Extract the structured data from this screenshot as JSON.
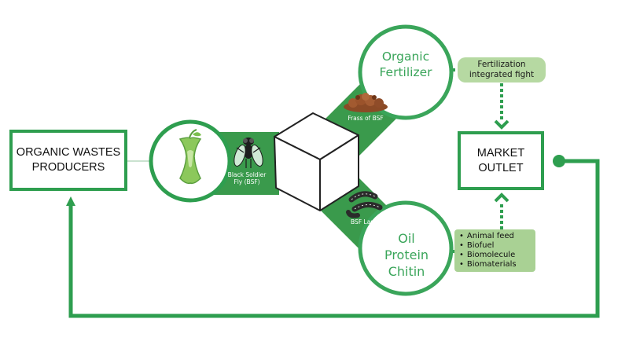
{
  "producers": {
    "line1": "ORGANIC WASTES",
    "line2": "PRODUCERS"
  },
  "market": {
    "line1": "MARKET",
    "line2": "OUTLET"
  },
  "fertilizer": {
    "line1": "Organic",
    "line2": "Fertilizer"
  },
  "oil": {
    "line1": "Oil",
    "line2": "Protein",
    "line3": "Chitin"
  },
  "fert_pill": {
    "line1": "Fertilization",
    "line2": "integrated fight"
  },
  "uses": {
    "items": [
      "Animal feed",
      "Biofuel",
      "Biomolecule",
      "Biomaterials"
    ]
  },
  "frass_label": "Frass of BSF",
  "bsf": {
    "line1": "Black Soldier",
    "line2": "Fly (BSF)"
  },
  "larvae_label": "BSF Larvaes",
  "colors": {
    "primary": "#2e9e4f",
    "light_green": "#b6d9a2",
    "band": "#3a9a4c"
  },
  "icons": [
    "apple-core-icon",
    "fly-icon",
    "frass-pile-icon",
    "larvae-icon",
    "cube-icon"
  ]
}
